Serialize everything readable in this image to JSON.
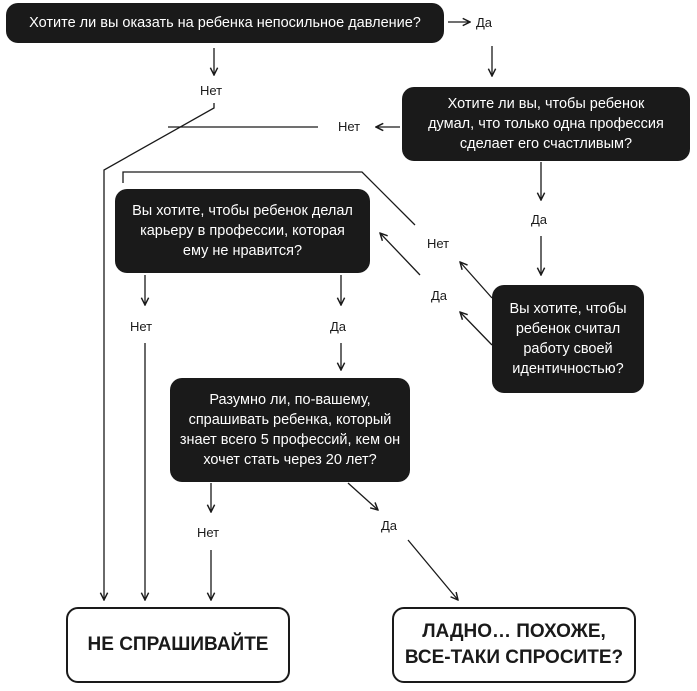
{
  "questions": {
    "q1": "Хотите ли вы оказать на ребенка непосильное давление?",
    "q2": "Хотите ли вы, чтобы ребенок думал, что только одна профессия сделает его счастливым?",
    "q3": "Вы хотите, чтобы ребенок делал карьеру в профессии, которая ему не нравится?",
    "q4": "Вы хотите, чтобы ребенок считал работу своей идентичностью?",
    "q5": "Разумно ли, по-вашему, спрашивать ребенка, который знает всего 5 профессий, кем он хочет стать через 20 лет?"
  },
  "answers": {
    "yes": "Да",
    "no": "Нет"
  },
  "outcomes": {
    "dont_ask": "НЕ СПРАШИВАЙТЕ",
    "ask_line1": "ЛАДНО… ПОХОЖЕ,",
    "ask_line2": "ВСЕ-ТАКИ СПРОСИТЕ?"
  },
  "colors": {
    "box_fill": "#1a1a1a",
    "box_text": "#ffffff",
    "line": "#1a1a1a"
  }
}
